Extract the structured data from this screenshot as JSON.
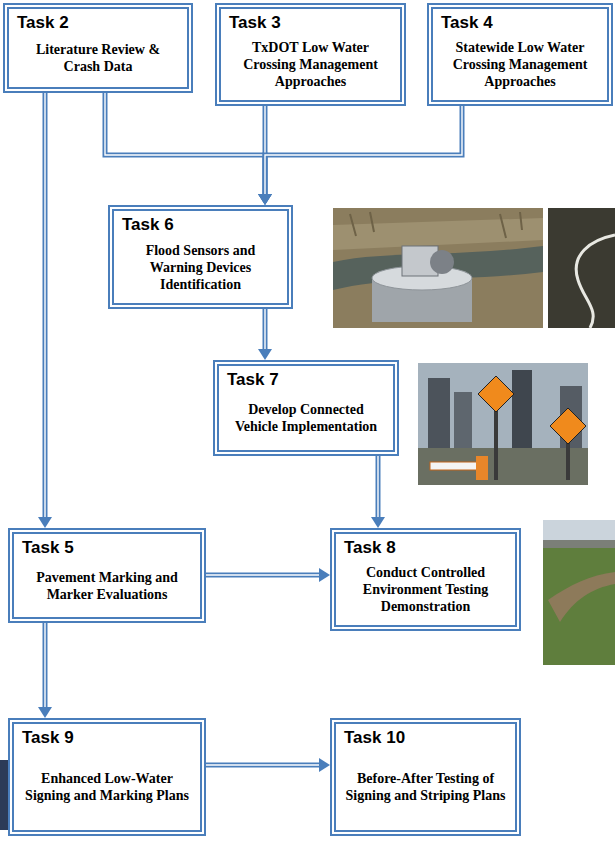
{
  "diagram": {
    "nodes": [
      {
        "text": [
          "Task 2",
          "Literature Review & Crash Data"
        ]
      },
      {
        "text": [
          "Task 3",
          "TxDOT Low Water Crossing Management Approaches"
        ]
      },
      {
        "text": [
          "Task 4",
          "Statewide Low Water Crossing Management Approaches"
        ]
      },
      {
        "text": [
          "Task 6",
          "Flood Sensors and Warning Devices Identification"
        ]
      },
      {
        "text": [
          "Task 7",
          "Develop Connected Vehicle Implementation"
        ]
      },
      {
        "text": [
          "Task 5",
          "Pavement Marking and Marker Evaluations"
        ]
      },
      {
        "text": [
          "Task 8",
          "Conduct Controlled Environment Testing Demonstration"
        ]
      },
      {
        "text": [
          "Task 9",
          "Enhanced Low-Water Signing and Marking Plans"
        ]
      },
      {
        "text": [
          "Task 10",
          "Before-After Testing of Signing and Striping Plans"
        ]
      }
    ],
    "edges": [
      {
        "from": 0,
        "to": 3,
        "arrow": "to"
      },
      {
        "from": 1,
        "to": 3,
        "arrow": "to"
      },
      {
        "from": 2,
        "to": 3,
        "arrow": "to"
      },
      {
        "from": 0,
        "to": 5,
        "arrow": "to"
      },
      {
        "from": 3,
        "to": 4,
        "arrow": "to"
      },
      {
        "from": 4,
        "to": 6,
        "arrow": "to"
      },
      {
        "from": 5,
        "to": 6,
        "arrow": "to"
      },
      {
        "from": 5,
        "to": 7,
        "arrow": "to"
      },
      {
        "from": 7,
        "to": 8,
        "arrow": "to"
      }
    ]
  }
}
